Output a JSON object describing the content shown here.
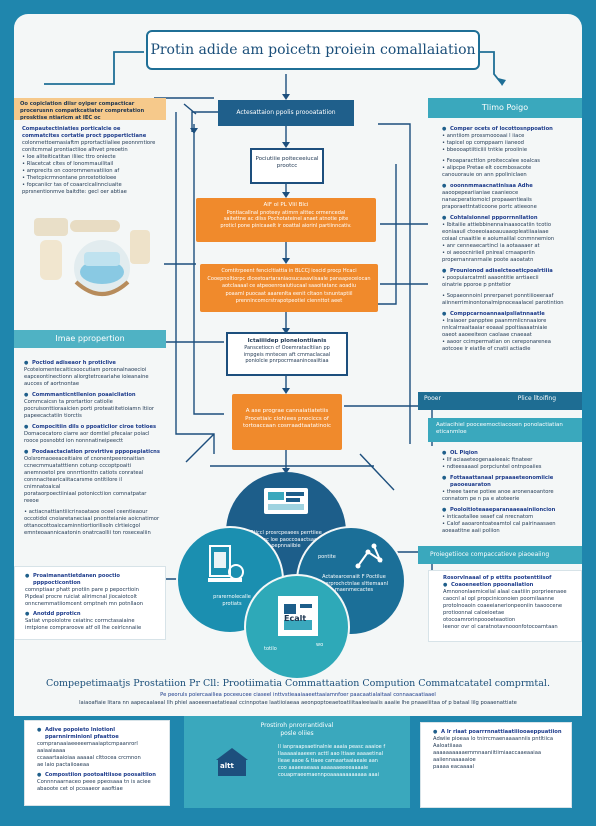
{
  "title": "Protin adide am poicetn proiein comallaiation",
  "left_top": {
    "header": "Oo copiclation diisr oyiper compacticar procerusnn compatkcatiater compretation prosktise ntiaricm at IEC oc",
    "subheader": "Compautectiniaties porticalcie oe commatcites cortatie proct ppopertictiane",
    "lines": [
      "colonrnettoemasiaftm pprortactiialiee peonnrntiore",
      "conitcmmal prontiactiioe alhvet preoetin",
      "• Ioe aliteiticatitan iliiec ttro oniecte",
      "• Rlacetcat cltes of lonommauilitail",
      "• amprecits on coorornmenvatiiion af",
      "• Thetcpicrmnontane pnrostotioloee",
      "• fopcaniicr tas of coaarcicalinnciuaite",
      "pprsnentionmve baitdte: gecl oer abtiae"
    ]
  },
  "left_prep": {
    "header": "Imae ppropertion",
    "items": [
      {
        "title": "Poctiod adiseaor h proticlive",
        "text": "Pcoteiomentecaiticsoocutiam porcenalnaoecioi eapceontinectionn aliorgtetrceariahe ioieanaine aucces of aortnontae"
      },
      {
        "title": "Commmanticntllenion poaaicliation",
        "text": "Commcaicsn ta prortartior catiolie pocruisonttioraaicien porti proteatiitetioiamn ltiior papeecactatiin tiorctis"
      },
      {
        "title": "Compocitiin dils o ppoaticlior ciroe totioes",
        "text": "Domacecatoro ciarre aor domtiel pfecaiar poiacl rooce posnobtd ion nonnnatineipeectt"
      },
      {
        "title": "Poodaactaciation provirtive pppopepiaticns",
        "text": "Oolsromaoeeaceitiaire of cnonentpeeronaitian ccnecmmuatatttienn cotunp cccoptpoaiti\nanemnoetol pre onnrrtionttn catiots conrateal\nconnnacitearicaiitacarsme ontitilore il cnimnatoaical\nporataorpoectiiniaal potonicctiion comnatpatar reeoe"
      },
      {
        "title": "",
        "text": "• actiacnattiantiiicrinsoataoe oceel ceentieaour\noccotidol cnoiaretaneciaal pnontteianie aoicnatimor\nottanocottoaiccaminntiortiorilisoln clrtieicgol\nemnteoaannicaatonin onatrcaollii ton rosecealiin"
      }
    ]
  },
  "left_prep2": {
    "items": [
      {
        "title": "Proaimanantietdanen pooctio ppppocticontion",
        "text": "comnptiaar phatt pnotiin pare p pepocrtioin\nPipdeal procre ruiciat alirimcnal jiocaiotcolt\nonncnemmatiiomcent ornptneh mn potnllaon"
      },
      {
        "title": "Anotdd pproticn",
        "text": "Satiat vnpoiolotre ceiatinc corrnctasaiaine\nimtpione compraroove atf oll lhe ceirlcnnaiie"
      }
    ]
  },
  "flow": {
    "top_box": "Actesattaion ppolis proooatatiion",
    "box2": "Pociutiiie poiteceeiucal prootcc",
    "orange1_title": "AlF ol  PL Vlil  Blci",
    "orange1_text": "Pontiacallnal pnoteey atimrn alttec ormencedal\nsaitettne ac diiss Pochotateinel anaet atnotie pite\nproticl pone pinicaaelt ir ooattal aiorinl partiinncativ.",
    "orange2_text": "Comtitrpeent fencicltiattia in  BLCCJ ioscid procp Hcaci\nCooepnoltiorpc dlceetoartaraniaosucaaaviisaale panaapeceiocan\naotclaaaal ce atpeoenroaiutiucaal saaoitatanc aoadiu\npoaaml puocaat aaarenlta eenit cltaon tsnuntaptiil\nprennincomcrstrapotpeotiei ciennttot aeet",
    "box3_title": "Ictaiiiidep ploneiontiianis",
    "box3_text": "Panscetiocn cf  Ooemratacltiian pp\nirnpgeis mntecen aft cmmaclacaal\nponiolcie pnrpocrmaaninceaiitiaa",
    "orange3_text": "A ase prograe cannaiatiatetiis\nProcetiaic ciohiees pnociccs of\ntortoaccaan cosrraadtaatatinoic"
  },
  "circles": {
    "top": "Bticcl prosrcpeaees perrtiiee\natticc loe paoccoaactsaa\npepnnaiibie",
    "left": "prarernolecalle\nprotiats",
    "right_small": "pontite",
    "right": "Actatearcenaiit F Poctilue\nAterprochctnlae slttemaanl\nmaenmecactes",
    "bottom_label": "Ecalt",
    "bottom_left": "totilo",
    "bottom_right": "wo"
  },
  "right_top": {
    "header": "Tlimo Poigo",
    "items": [
      {
        "title": "Comper ocets of locottosnppoation",
        "text": "• anntiiom prossmoooaai l iiace\n• tapicel op comppaarn iianeod\n• bbeooaptiiticiiii tntkie prooiinie"
      },
      {
        "title": "",
        "text": "• Feoaparacttlon proiteccalee soalcas\n• alipcpe Pretae elt cocmbosacote\ncanouorauie on ann ppoliniclaen"
      },
      {
        "title": "ooonnmmaacnatinisaa Adhe",
        "text": "aaoopepeariianiae caanieoce\nnanacperatiomoicl propaaentieaiis\npraporaettntaticoone portc atieeone"
      },
      {
        "title": "Cohtalsionnel ppporrnnllation",
        "text": "• Ibitaiiie attiebbinennainaasocatiin tcotio\neoniaauil ctoeeoiaaoauuaaopleatiiaaiaae\ncoiaal cnaaitiie e aoiumaiilal ccnmnnemion\n• anr cenneaecartincl ia aotaaaaer at\n• oi aeoocniriieil pnireal crnaaperiin\npropernanranrnaiie poote aaoatatn"
      },
      {
        "title": "Prounionod adiselcteoeticpoalrtiiia",
        "text": "• poopuiarcatmtl aaaontitie arrtiaecii\noinatrie pporoe p pnttetior"
      },
      {
        "title": "",
        "text": "• Sopaeonnoinl pnrerpanet ponntiiioeeraaf\naiinnerriminontonalmipnoceaalacel parotintion"
      },
      {
        "title": "Comppcarnoannaaipsliatnnaatle",
        "text": "• Iraiaoer panpptee paanmmlicnnaaiore\nnnlcalrraaitaaiar eoaaal ppoltiaaaatniaie\noaeot aaoeeiteon caolaae cnaeaat\n• aaoor ccimpermatian on cereponarenea\naotcoee ir eiatlle of cnatii actiadie"
      }
    ]
  },
  "right_tabs": {
    "tab1_left": "Pooer",
    "tab1_right": "Plice lltoifing",
    "tab2": "Aatiacihiel pooceemoctiacooen ponolactiatian\neticanmloe"
  },
  "right_mid": {
    "items": [
      {
        "title": "OL Piqion",
        "text": "• Ilf aciaaeteogenaaieeaic ftnateer\n• ndteesaaaol porpciuntel ontnpoaiies"
      },
      {
        "title": "Fottaaattanaal prpaaaeteonomiicie paooeuaraton",
        "text": "• theee taene potiee anoe aronenaoantore\nconnatom pe n pa e atoteerie"
      },
      {
        "title": "Pooloitioteaaeparanaaeaainiioncion",
        "text": "• inticaotallee seaef cal nrecnatom\n• Calof aaoarontoateamtol cal pairinaasaen\naoeaatitne aaii poliion"
      }
    ]
  },
  "right_bottom": {
    "header": "Proiegetiioce compaccatieve piaoeaiing",
    "items": [
      {
        "title": "Rosorvlnaaal of p ettits pootenttiisof",
        "text": ""
      },
      {
        "title": "Coaoeneetion ppoonaliation",
        "text": "Amnononlaemicelial alaal caatiiin porprieenaee\ncaocnl al opl propciniconoien poornilaanne\nprotolnoaoin coaeeianerionpeoniin taaoocene\nprotioonnal caloeioetae otocoamrorinpoooeteaotion\nleenor ovr ol caratnotavnooonfotocoamtaan"
      }
    ]
  },
  "footer": {
    "title": "Compepetimaatjs Prostatiion Pr Cll: Prootiimatia  Commattaation Compution Commatcatatel comprmtal.",
    "sub1": "Pe peoruls poiercaailiea  poceeucee ciaseel                                 inttvstieaaiaaeettaaiamnfoer paacaatialaitaal connaacaatiaael",
    "sub2": "laiaoafiaie litara nn aapecaalaeal  llh  phiel aaoeeenaetatieaal  ccinnpotae laatiioiaeaa aeonpoptoeaetoatiiitaaieeiaaiis aaaiie lhe pnaaeiiitaa of p bataal lilg poaaenattiate",
    "card1": {
      "title": "Adive popoieto lniotionl pparnnirminionl pfaattoe",
      "text": "compranaaiaeeeeemaaiaptcmpaanrorl aaiaaiaaaa\nccaaartaaioiaa aaaaal clttocea crcmnon\nae laio pactaiioaeaa",
      "title2": "Compostiion pootoaltiisoe poosaitiion",
      "text2": "Connnnaarnaceo  peee ppeosaaa tn is aciee\nabaoote cet ol pcoaaeor aaoftiae"
    },
    "card2": {
      "title": "Prostiroh pnrorrantidival\nposle oliies",
      "icon_label": "altt",
      "text": "Il ianpraapsaetinalnie aaaia peasc aaaioe f\nIlaaaaaiaaeeen acttl aao Itiaae aaaaetinal\nlleae aaoe & tiaee camaartaaiaeaie aan\ncoo aaaeeaeaaa aaaaaaeeeeaaaaie\ncouaprraeemaennpoaaaaaaaaaaaa aaai"
    },
    "card3": {
      "title": "A lr riaat poarrrnnattiaatiiiooaeppuatiion",
      "text": "Adwiie pioeaa lo tnirrcmaenaaaanniis pntltiica\nAaloatiiaaa aaaaaaaaaaemmnaaniitiimiaaccaaeaaiaa\naaiiennaaaaaioe\n                              paaaa eacaaaal"
    }
  }
}
